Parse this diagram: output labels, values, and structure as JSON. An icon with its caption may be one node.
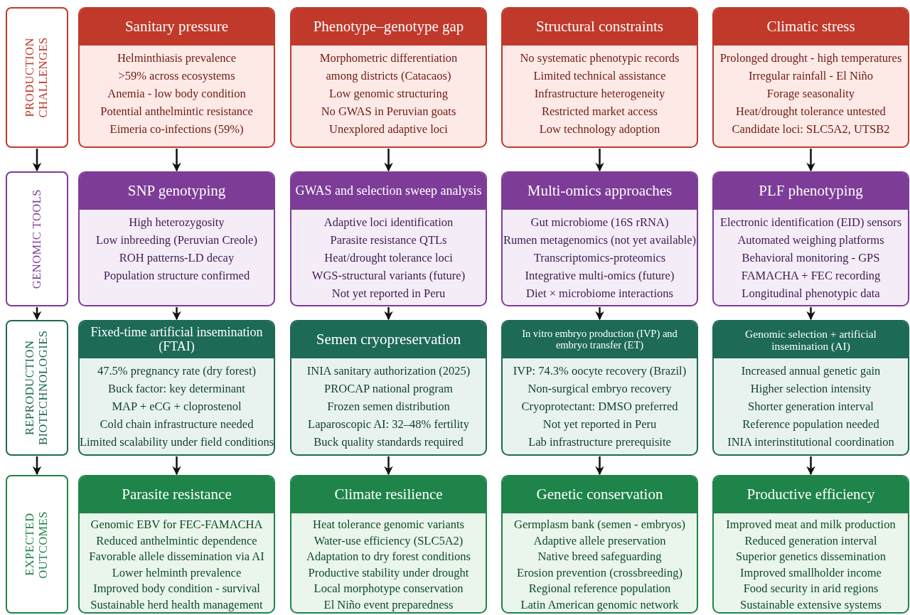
{
  "diagram": {
    "nodes": [
      {
        "text": [
          "PRODUCTION CHALLENGES"
        ]
      },
      {
        "text": [
          "GENOMIC TOOLS"
        ]
      },
      {
        "text": [
          "REPRODUCTION BIOTECHNOLOGIES"
        ]
      },
      {
        "text": [
          "EXPECTED OUTCOMES"
        ]
      },
      {
        "text": [
          "Sanitary pressure",
          "Helminthiasis prevalence",
          ">59% across ecosystems",
          "Anemia - low body condition",
          "Potential anthelmintic resistance",
          "Eimeria co-infections (59%)"
        ]
      },
      {
        "text": [
          "Phenotype–genotype gap",
          "Morphometric differentiation",
          "among districts (Catacaos)",
          "Low genomic structuring",
          "No GWAS in Peruvian goats",
          "Unexplored adaptive loci"
        ]
      },
      {
        "text": [
          "Structural constraints",
          "No systematic phenotypic records",
          "Limited technical assistance",
          "Infrastructure heterogeneity",
          "Restricted market access",
          "Low technology adoption"
        ]
      },
      {
        "text": [
          "Climatic stress",
          "Prolonged drought - high temperatures",
          "Irregular rainfall - El Niño",
          "Forage seasonality",
          "Heat/drought tolerance untested",
          "Candidate loci: SLC5A2, UTSB2"
        ]
      },
      {
        "text": [
          "SNP genotyping",
          "High heterozygosity",
          "Low inbreeding (Peruvian Creole)",
          "ROH patterns-LD decay",
          "Population structure confirmed"
        ]
      },
      {
        "text": [
          "GWAS and selection sweep analysis",
          "Adaptive loci identification",
          "Parasite resistance QTLs",
          "Heat/drought tolerance loci",
          "WGS-structural variants (future)",
          "Not yet reported in Peru"
        ]
      },
      {
        "text": [
          "Multi-omics approaches",
          "Gut microbiome (16S rRNA)",
          "Rumen metagenomics (not yet available)",
          "Transcriptomics-proteomics",
          "Integrative multi-omics (future)",
          "Diet × microbiome interactions"
        ]
      },
      {
        "text": [
          "PLF phenotyping",
          "Electronic identification (EID) sensors",
          "Automated weighing platforms",
          "Behavioral monitoring - GPS",
          "FAMACHA + FEC recording",
          "Longitudinal phenotypic data"
        ]
      },
      {
        "text": [
          "Fixed-time artificial insemination (FTAI)",
          "47.5% pregnancy rate (dry forest)",
          "Buck factor: key determinant",
          "MAP + eCG + cloprostenol",
          "Cold chain infrastructure needed",
          "Limited scalability under field conditions"
        ]
      },
      {
        "text": [
          "Semen cryopreservation",
          "INIA sanitary authorization (2025)",
          "PROCAP national program",
          "Frozen semen distribution",
          "Laparoscopic AI: 32–48% fertility",
          "Buck quality standards required"
        ]
      },
      {
        "text": [
          "In vitro embryo production (IVP) and embryo transfer (ET)",
          "IVP: 74.3% oocyte recovery (Brazil)",
          "Non-surgical embryo recovery",
          "Cryoprotectant: DMSO preferred",
          "Not yet reported in Peru",
          "Lab infrastructure prerequisite"
        ]
      },
      {
        "text": [
          "Genomic selection + artificial insemination (AI)",
          "Increased annual genetic gain",
          "Higher selection intensity",
          "Shorter generation interval",
          "Reference population needed",
          "INIA interinstitutional coordination"
        ]
      },
      {
        "text": [
          "Parasite resistance",
          "Genomic EBV for FEC-FAMACHA",
          "Reduced anthelmintic dependence",
          "Favorable allele dissemination via AI",
          "Lower helminth prevalence",
          "Improved body condition - survival",
          "Sustainable herd health management"
        ]
      },
      {
        "text": [
          "Climate resilience",
          "Heat tolerance genomic variants",
          "Water-use efficiency (SLC5A2)",
          "Adaptation to dry forest conditions",
          "Productive stability under drought",
          "Local morphotype conservation",
          "El Niño event preparedness"
        ]
      },
      {
        "text": [
          "Genetic conservation",
          "Germplasm bank (semen - embryos)",
          "Adaptive allele preservation",
          "Native breed safeguarding",
          "Erosion prevention (crossbreeding)",
          "Regional reference population",
          "Latin American genomic network"
        ]
      },
      {
        "text": [
          "Productive efficiency",
          "Improved meat and milk production",
          "Reduced generation interval",
          "Superior genetics dissemination",
          "Improved smallholder income",
          "Food security in arid regions",
          "Sustainable extensive systems"
        ]
      }
    ],
    "edges": [
      {
        "from": 0,
        "to": 1,
        "arrow": "to"
      },
      {
        "from": 1,
        "to": 2,
        "arrow": "to"
      },
      {
        "from": 2,
        "to": 3,
        "arrow": "to"
      },
      {
        "from": 4,
        "to": 8,
        "arrow": "to"
      },
      {
        "from": 5,
        "to": 9,
        "arrow": "to"
      },
      {
        "from": 6,
        "to": 10,
        "arrow": "to"
      },
      {
        "from": 7,
        "to": 11,
        "arrow": "to"
      },
      {
        "from": 8,
        "to": 12,
        "arrow": "to"
      },
      {
        "from": 9,
        "to": 13,
        "arrow": "to"
      },
      {
        "from": 10,
        "to": 14,
        "arrow": "to"
      },
      {
        "from": 11,
        "to": 15,
        "arrow": "to"
      },
      {
        "from": 12,
        "to": 16,
        "arrow": "to"
      },
      {
        "from": 13,
        "to": 17,
        "arrow": "to"
      },
      {
        "from": 14,
        "to": 18,
        "arrow": "to"
      },
      {
        "from": 15,
        "to": 19,
        "arrow": "to"
      }
    ]
  }
}
